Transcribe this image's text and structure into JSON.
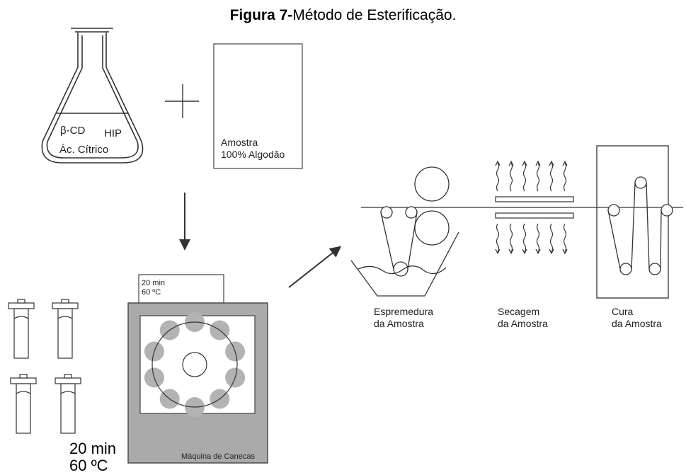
{
  "title": {
    "prefix": "Figura 7-",
    "text": "Método de Esterificação."
  },
  "flask": {
    "line1a": "β-CD",
    "line1b": "HIP",
    "line2": "Ác. Cítrico"
  },
  "sample": {
    "line1": "Amostra",
    "line2": "100% Algodão"
  },
  "machine": {
    "timer_line1": "20 min",
    "timer_line2": "60 ºC",
    "label": "Máquina de Canecas",
    "canister_count": 10
  },
  "tubes": {
    "time": "20 min",
    "temp": "60 ºC"
  },
  "process": {
    "squeeze": [
      "Espremedura",
      "da Amostra"
    ],
    "drying": [
      "Secagem",
      "da Amostra"
    ],
    "curing": [
      "Cura",
      "da Amostra"
    ]
  },
  "colors": {
    "line": "#333333",
    "machine_gray": "#aaaaaa",
    "canister_gray": "#b3b3b3"
  }
}
